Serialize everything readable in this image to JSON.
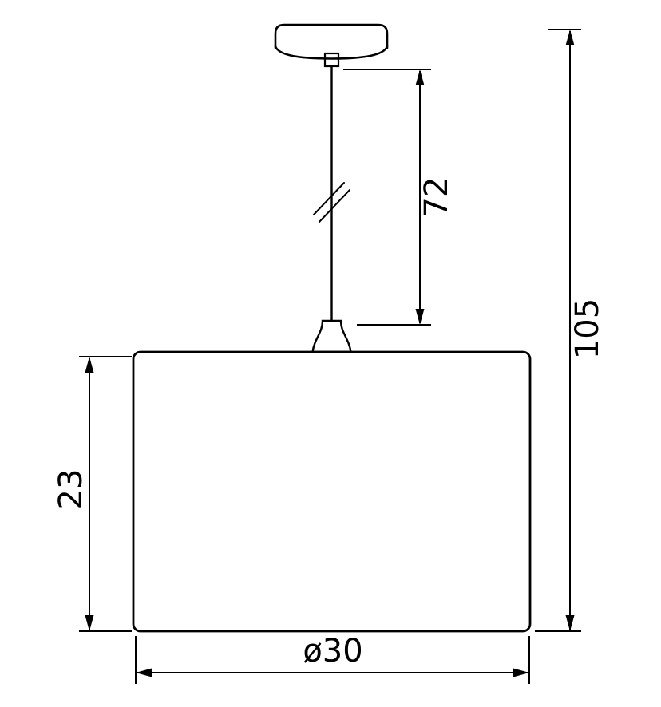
{
  "drawing": {
    "type": "technical-dimension-drawing",
    "subject": "pendant-lamp",
    "colors": {
      "line": "#000000",
      "background": "#ffffff"
    },
    "dimensions": {
      "cord_length": "72",
      "overall_height": "105",
      "shade_height": "23",
      "shade_diameter": "ø30"
    }
  }
}
